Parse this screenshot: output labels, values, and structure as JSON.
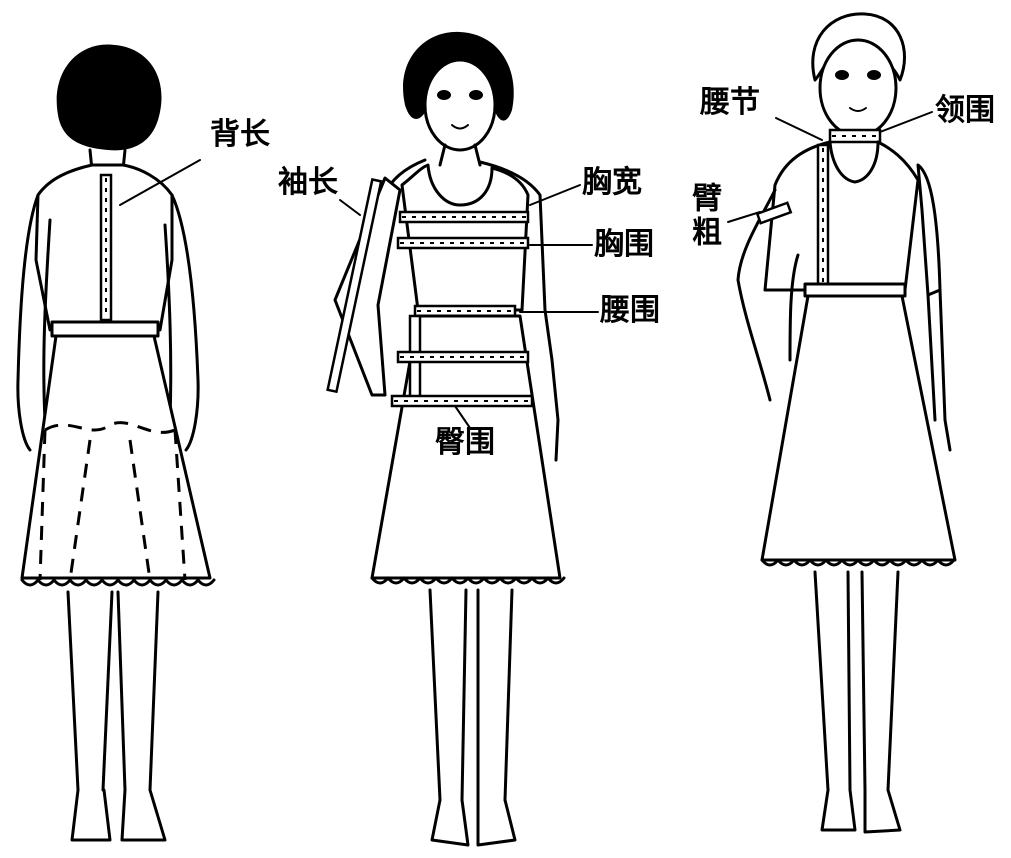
{
  "labels": {
    "back_length": "背长",
    "sleeve_length": "袖长",
    "chest_width": "胸宽",
    "bust": "胸围",
    "waist": "腰围",
    "hip": "臀围",
    "waist_section": "腰节",
    "neck": "领围",
    "arm_girth": "臂粗"
  }
}
